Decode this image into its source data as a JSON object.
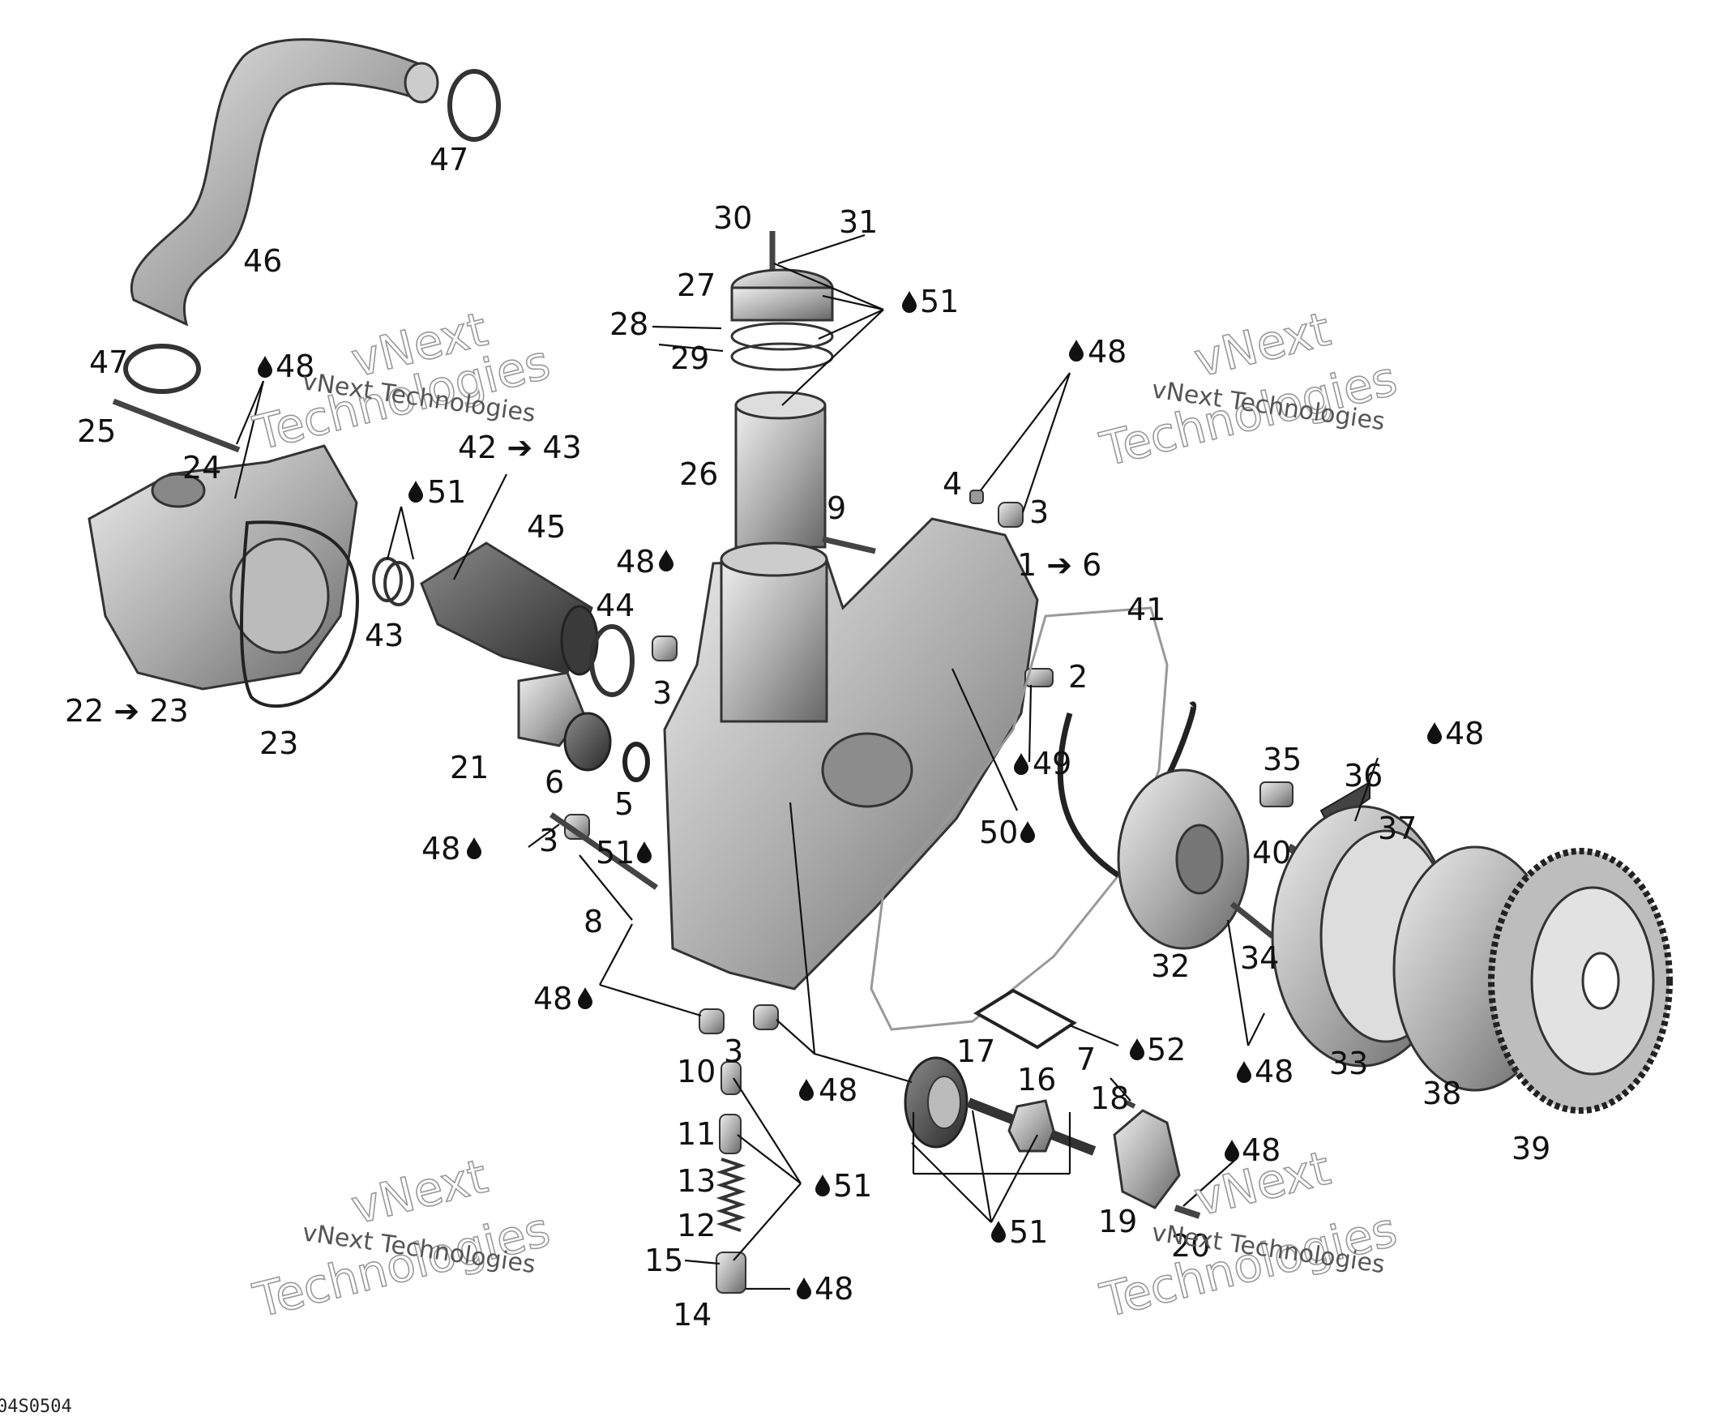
{
  "diagram_code": "04S0504",
  "watermark": {
    "line1": "vNext Technologies",
    "line2": "vNext",
    "line3": "Technologies"
  },
  "labels": [
    {
      "id": "47a",
      "text": "47"
    },
    {
      "id": "46",
      "text": "46"
    },
    {
      "id": "47b",
      "text": "47"
    },
    {
      "id": "48a",
      "text": "48"
    },
    {
      "id": "25",
      "text": "25"
    },
    {
      "id": "24",
      "text": "24"
    },
    {
      "id": "22-23",
      "text": "22 ➔ 23"
    },
    {
      "id": "23",
      "text": "23"
    },
    {
      "id": "42-43",
      "text": "42 ➔ 43"
    },
    {
      "id": "51a",
      "text": "51"
    },
    {
      "id": "45",
      "text": "45"
    },
    {
      "id": "43",
      "text": "43"
    },
    {
      "id": "44",
      "text": "44"
    },
    {
      "id": "48b",
      "text": "48"
    },
    {
      "id": "3a",
      "text": "3"
    },
    {
      "id": "21",
      "text": "21"
    },
    {
      "id": "6",
      "text": "6"
    },
    {
      "id": "5",
      "text": "5"
    },
    {
      "id": "51b",
      "text": "51"
    },
    {
      "id": "48c",
      "text": "48"
    },
    {
      "id": "3b",
      "text": "3"
    },
    {
      "id": "8",
      "text": "8"
    },
    {
      "id": "48d",
      "text": "48"
    },
    {
      "id": "3c",
      "text": "3"
    },
    {
      "id": "48e",
      "text": "48"
    },
    {
      "id": "30",
      "text": "30"
    },
    {
      "id": "31",
      "text": "31"
    },
    {
      "id": "27",
      "text": "27"
    },
    {
      "id": "51c",
      "text": "51"
    },
    {
      "id": "28",
      "text": "28"
    },
    {
      "id": "29",
      "text": "29"
    },
    {
      "id": "26",
      "text": "26"
    },
    {
      "id": "9",
      "text": "9"
    },
    {
      "id": "48f",
      "text": "48"
    },
    {
      "id": "4",
      "text": "4"
    },
    {
      "id": "3d",
      "text": "3"
    },
    {
      "id": "1-6",
      "text": "1 ➔ 6"
    },
    {
      "id": "41",
      "text": "41"
    },
    {
      "id": "2",
      "text": "2"
    },
    {
      "id": "49",
      "text": "49"
    },
    {
      "id": "50",
      "text": "50"
    },
    {
      "id": "35",
      "text": "35"
    },
    {
      "id": "36",
      "text": "36"
    },
    {
      "id": "48g",
      "text": "48"
    },
    {
      "id": "37",
      "text": "37"
    },
    {
      "id": "40",
      "text": "40"
    },
    {
      "id": "32",
      "text": "32"
    },
    {
      "id": "34",
      "text": "34"
    },
    {
      "id": "48h",
      "text": "48"
    },
    {
      "id": "33",
      "text": "33"
    },
    {
      "id": "38",
      "text": "38"
    },
    {
      "id": "39",
      "text": "39"
    },
    {
      "id": "7",
      "text": "7"
    },
    {
      "id": "52",
      "text": "52"
    },
    {
      "id": "17",
      "text": "17"
    },
    {
      "id": "16",
      "text": "16"
    },
    {
      "id": "18",
      "text": "18"
    },
    {
      "id": "48i",
      "text": "48"
    },
    {
      "id": "19",
      "text": "19"
    },
    {
      "id": "20",
      "text": "20"
    },
    {
      "id": "51d",
      "text": "51"
    },
    {
      "id": "10",
      "text": "10"
    },
    {
      "id": "11",
      "text": "11"
    },
    {
      "id": "13",
      "text": "13"
    },
    {
      "id": "51e",
      "text": "51"
    },
    {
      "id": "12",
      "text": "12"
    },
    {
      "id": "15",
      "text": "15"
    },
    {
      "id": "14",
      "text": "14"
    },
    {
      "id": "48j",
      "text": "48"
    }
  ]
}
